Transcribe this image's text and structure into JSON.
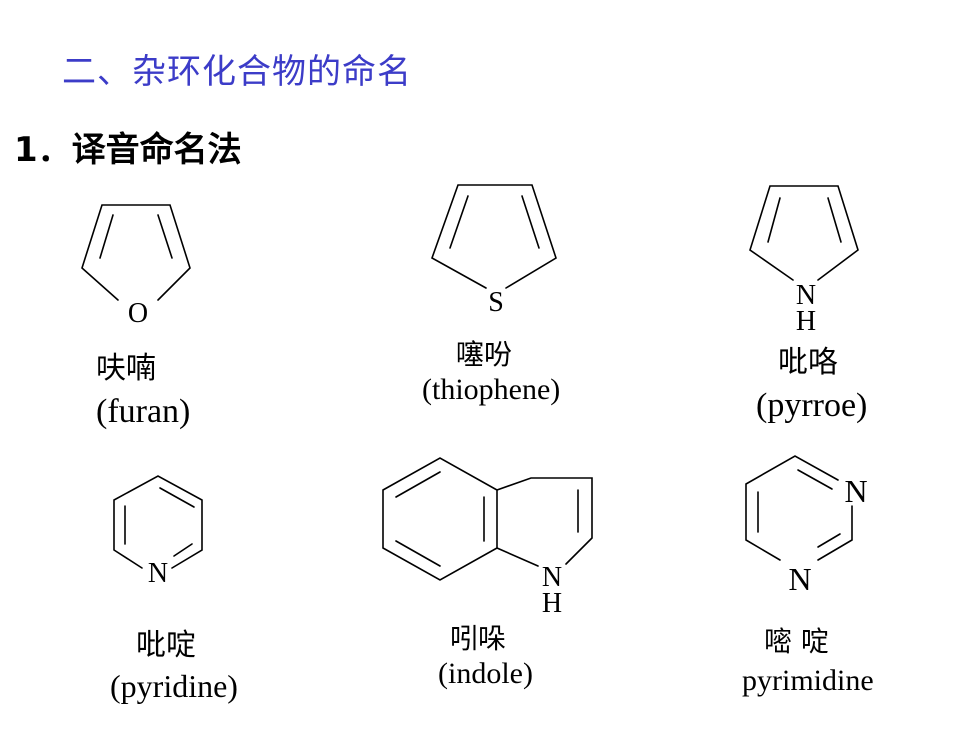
{
  "heading": "二、杂环化合物的命名",
  "subheading": "1．译音命名法",
  "compounds": [
    {
      "cn": "呋喃",
      "en": "(furan)",
      "atom": "O"
    },
    {
      "cn": "噻吩",
      "en": "(thiophene)",
      "atom": "S"
    },
    {
      "cn": "吡咯",
      "en": "(pyrroe)",
      "atom": "N",
      "atom_h": "H"
    },
    {
      "cn": "吡啶",
      "en": "(pyridine)",
      "atom": "N"
    },
    {
      "cn": "吲哚",
      "en": "(indole)",
      "atom": "N",
      "atom_h": "H"
    },
    {
      "cn": "嘧 啶",
      "en": "pyrimidine",
      "atom": "N",
      "atom2": "N"
    }
  ]
}
